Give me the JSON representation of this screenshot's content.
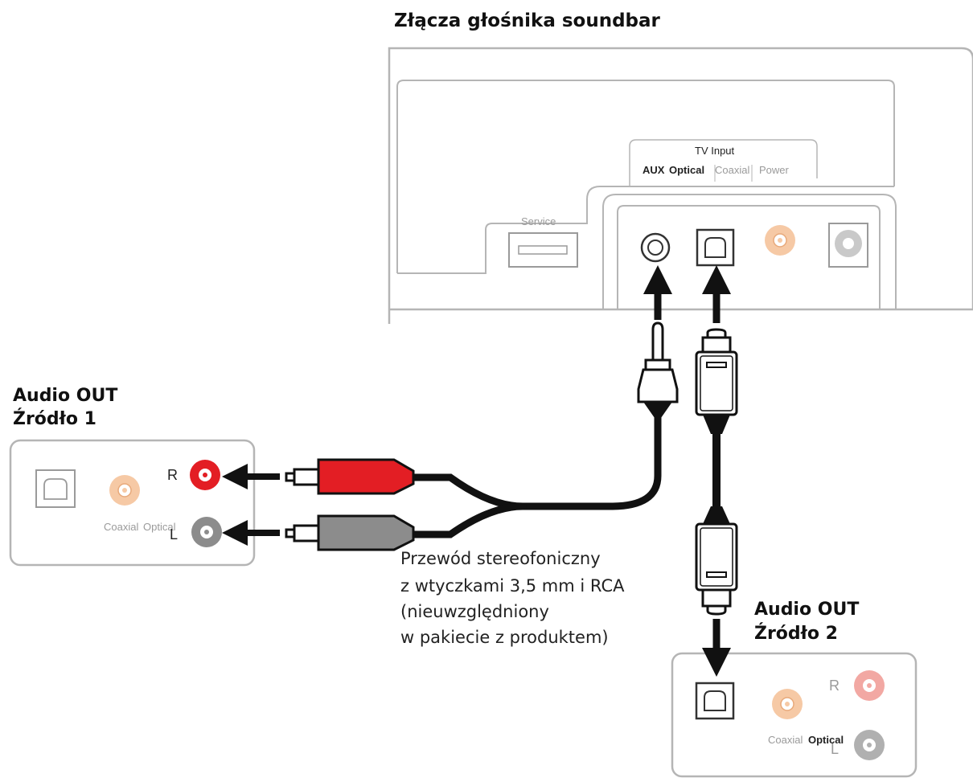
{
  "title": "Złącza głośnika soundbar",
  "soundbar": {
    "tv_input_label": "TV Input",
    "aux_label": "AUX",
    "optical_label": "Optical",
    "coaxial_label": "Coaxial",
    "power_label": "Power",
    "service_label": "Service"
  },
  "source1": {
    "heading_line1": "Audio OUT",
    "heading_line2": "Źródło 1",
    "r_label": "R",
    "l_label": "L",
    "coaxial_label": "Coaxial",
    "optical_label": "Optical"
  },
  "source2": {
    "heading_line1": "Audio OUT",
    "heading_line2": "Źródło 2",
    "r_label": "R",
    "l_label": "L",
    "coaxial_label": "Coaxial",
    "optical_label": "Optical"
  },
  "cable_caption": {
    "line1": "Przewód stereofoniczny",
    "line2": "z wtyczkami 3,5 mm i RCA",
    "line3": "(nieuwzględniony",
    "line4": "w pakiecie z produktem)"
  },
  "colors": {
    "red_connector": "#e31e24",
    "grey_connector": "#8c8c8c",
    "coaxial_orange": "#f6c9a5",
    "panel_outline": "#b5b5b5"
  }
}
